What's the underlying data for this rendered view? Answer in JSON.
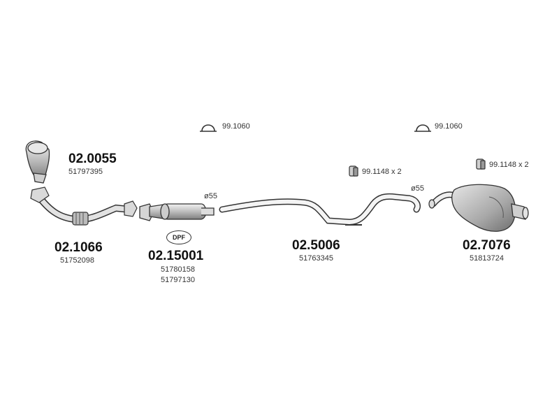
{
  "parts": [
    {
      "code": "02.0055",
      "oem": [
        "51797395"
      ]
    },
    {
      "code": "02.1066",
      "oem": [
        "51752098"
      ]
    },
    {
      "code": "02.15001",
      "oem": [
        "51780158",
        "51797130"
      ],
      "badge": "DPF"
    },
    {
      "code": "02.5006",
      "oem": [
        "51763345"
      ]
    },
    {
      "code": "02.7076",
      "oem": [
        "51813724"
      ]
    }
  ],
  "accessories": [
    {
      "code": "99.1060",
      "icon": "clamp-icon"
    },
    {
      "code": "99.1060",
      "icon": "clamp-icon"
    },
    {
      "code": "99.1148 x 2",
      "icon": "rubber-mount-icon"
    },
    {
      "code": "99.1148 x 2",
      "icon": "rubber-mount-icon"
    }
  ],
  "diameters": [
    "ø55",
    "ø55"
  ],
  "colors": {
    "line": "#333333",
    "fill": "#d8d8d8",
    "shade": "#9a9a9a"
  }
}
